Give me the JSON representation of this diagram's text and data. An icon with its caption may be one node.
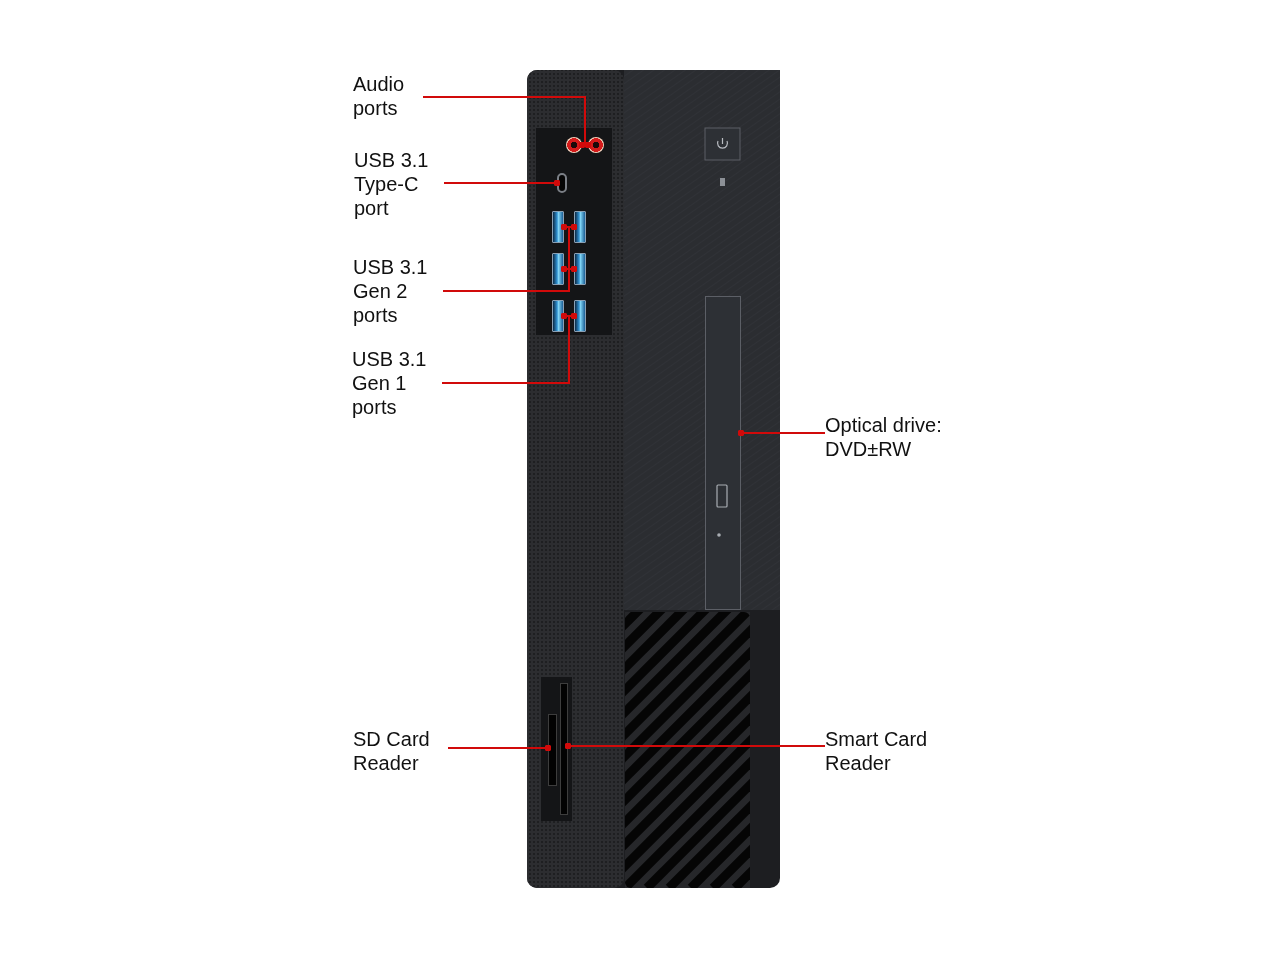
{
  "diagram": {
    "nodes": [
      {
        "text": [
          "Audio ports"
        ]
      },
      {
        "text": [],
        "shape": "circle"
      },
      {
        "text": [],
        "shape": "circle"
      },
      {
        "text": [
          "USB 3.1 Type-C port"
        ]
      },
      {
        "text": [],
        "shape": "box"
      },
      {
        "text": [
          "USB 3.1 Gen 2 ports"
        ]
      },
      {
        "text": [],
        "shape": "box"
      },
      {
        "text": [],
        "shape": "box"
      },
      {
        "text": [],
        "shape": "box"
      },
      {
        "text": [],
        "shape": "box"
      },
      {
        "text": [
          "USB 3.1 Gen 1 ports"
        ]
      },
      {
        "text": [],
        "shape": "box"
      },
      {
        "text": [],
        "shape": "box"
      },
      {
        "text": [
          "Optical drive: DVD±RW"
        ]
      },
      {
        "text": [],
        "shape": "box"
      },
      {
        "text": [
          "SD Card Reader"
        ]
      },
      {
        "text": [],
        "shape": "bar"
      },
      {
        "text": [
          "Smart Card Reader"
        ]
      },
      {
        "text": [],
        "shape": "bar"
      }
    ],
    "edges": [
      {
        "from": 0,
        "to": 1,
        "arrow": "other"
      },
      {
        "from": 0,
        "to": 2,
        "arrow": "other"
      },
      {
        "from": 3,
        "to": 4,
        "arrow": "other"
      },
      {
        "from": 5,
        "to": 6,
        "arrow": "other"
      },
      {
        "from": 5,
        "to": 7,
        "arrow": "other"
      },
      {
        "from": 5,
        "to": 8,
        "arrow": "other"
      },
      {
        "from": 5,
        "to": 9,
        "arrow": "other"
      },
      {
        "from": 10,
        "to": 11,
        "arrow": "other"
      },
      {
        "from": 10,
        "to": 12,
        "arrow": "other"
      },
      {
        "from": 13,
        "to": 14,
        "arrow": "other"
      },
      {
        "from": 15,
        "to": 16,
        "arrow": "other"
      },
      {
        "from": 17,
        "to": 18,
        "arrow": "other"
      }
    ]
  }
}
